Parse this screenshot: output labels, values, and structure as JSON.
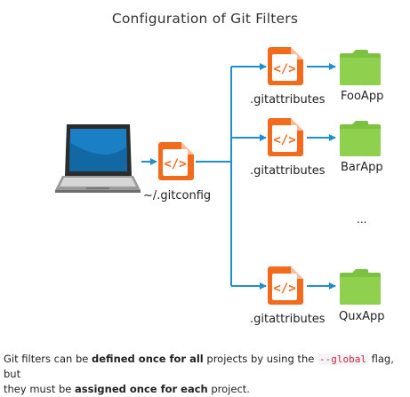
{
  "title": "Configuration of Git Filters",
  "global_config": {
    "label": "~/.gitconfig",
    "icon": "code-file-icon"
  },
  "computer": {
    "icon": "laptop-icon"
  },
  "projects": [
    {
      "config_label": ".gitattributes",
      "folder_label": "FooApp",
      "icon": "folder-icon"
    },
    {
      "config_label": ".gitattributes",
      "folder_label": "BarApp",
      "icon": "folder-icon"
    },
    {
      "config_label": ".gitattributes",
      "folder_label": "QuxApp",
      "icon": "folder-icon"
    }
  ],
  "ellipsis": "...",
  "caption": {
    "line1_a": "Git filters can be ",
    "line1_b": "defined once for all",
    "line1_c": " projects by using the ",
    "line1_code": "--global",
    "line1_d": " flag, but",
    "line2_a": "they must be ",
    "line2_b": "assigned once for each",
    "line2_c": " project."
  },
  "colors": {
    "file_orange": "#f26b1d",
    "arrow_blue": "#1f8fd0",
    "folder_green": "#7cc142",
    "laptop_screen": "#1a7fc4"
  }
}
